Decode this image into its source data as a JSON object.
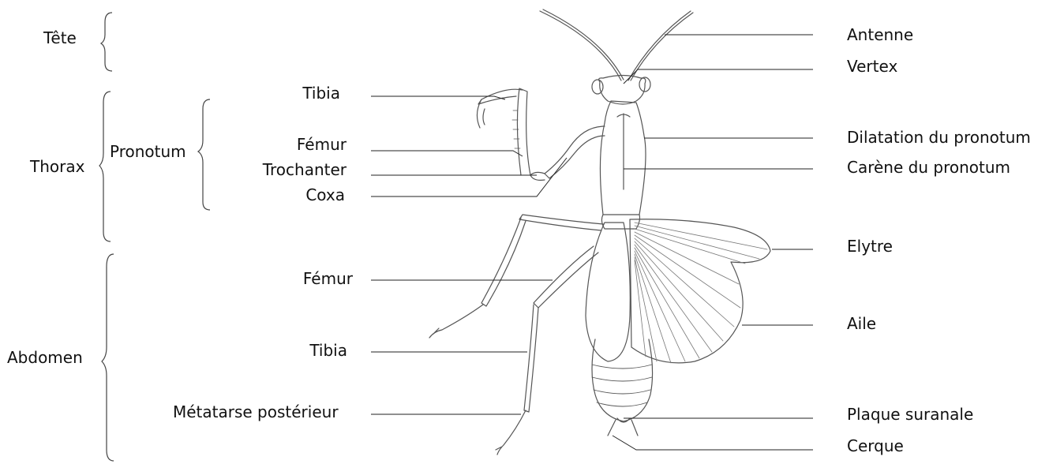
{
  "groups": {
    "tete": "Tête",
    "thorax": "Thorax",
    "abdomen": "Abdomen",
    "pronotum": "Pronotum"
  },
  "left_labels": {
    "tibia_front": "Tibia",
    "femur_front": "Fémur",
    "trochanter": "Trochanter",
    "coxa": "Coxa",
    "femur_hind": "Fémur",
    "tibia_hind": "Tibia",
    "metatarse": "Métatarse postérieur"
  },
  "right_labels": {
    "antenne": "Antenne",
    "vertex": "Vertex",
    "dilatation": "Dilatation du pronotum",
    "carene": "Carène du pronotum",
    "elytre": "Elytre",
    "aile": "Aile",
    "plaque": "Plaque suranale",
    "cerque": "Cerque"
  }
}
